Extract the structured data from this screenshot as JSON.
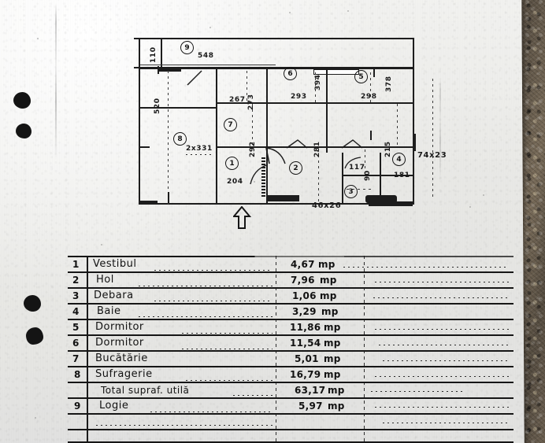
{
  "document": {
    "kind": "hand-drawn apartment floor plan with room schedule",
    "language": "ro",
    "unit_label": "mp",
    "north_arrow": "up-arrow"
  },
  "floor_plan": {
    "rooms": [
      {
        "tag": "9",
        "name_ref": "Logie",
        "dims": {
          "width": "548",
          "height": "110"
        }
      },
      {
        "tag": "6",
        "name_ref": "Dormitor",
        "dims": {
          "width": "293",
          "height": "394"
        }
      },
      {
        "tag": "5",
        "name_ref": "Dormitor",
        "dims": {
          "width": "298",
          "height": "378"
        }
      },
      {
        "tag": "8",
        "name_ref": "Sufragerie",
        "dims": {
          "width": "2x331",
          "height": "520"
        }
      },
      {
        "tag": "7",
        "name_ref": "Bucatarie",
        "dims": {
          "width": "267",
          "height": "273"
        }
      },
      {
        "tag": "1",
        "name_ref": "Vestibul",
        "dims": {
          "width": "204",
          "height": "292"
        }
      },
      {
        "tag": "2",
        "name_ref": "Hol",
        "dims": {
          "width": "",
          "height": "281"
        }
      },
      {
        "tag": "4",
        "name_ref": "Baie",
        "dims": {
          "width": "181",
          "height": "215"
        }
      },
      {
        "tag": "3",
        "name_ref": "Debara",
        "dims": {
          "width": "117",
          "height": "90"
        }
      }
    ],
    "notes": [
      {
        "text": "74x23"
      },
      {
        "text": "46x26"
      }
    ]
  },
  "schedule": {
    "rows": [
      {
        "no": "1",
        "name": "Vestibul",
        "value": "4,67",
        "unit": "mp"
      },
      {
        "no": "2",
        "name": "Hol",
        "value": "7,96",
        "unit": "mp"
      },
      {
        "no": "3",
        "name": "Debara",
        "value": "1,06",
        "unit": "mp"
      },
      {
        "no": "4",
        "name": "Baie",
        "value": "3,29",
        "unit": "mp"
      },
      {
        "no": "5",
        "name": "Dormitor",
        "value": "11,86",
        "unit": "mp"
      },
      {
        "no": "6",
        "name": "Dormitor",
        "value": "11,54",
        "unit": "mp"
      },
      {
        "no": "7",
        "name": "Bucătărie",
        "value": "5,01",
        "unit": "mp"
      },
      {
        "no": "8",
        "name": "Sufragerie",
        "value": "16,79",
        "unit": "mp"
      },
      {
        "no": "",
        "name": "Total supraf. utilă",
        "value": "63,17",
        "unit": "mp"
      },
      {
        "no": "9",
        "name": "Logie",
        "value": "5,97",
        "unit": "mp"
      },
      {
        "no": "",
        "name": "",
        "value": "",
        "unit": ""
      },
      {
        "no": "",
        "name": "",
        "value": "",
        "unit": ""
      }
    ]
  },
  "colors": {
    "ink": "#141414",
    "paper": "#ebebe8",
    "desk": "#6a5b4c"
  }
}
